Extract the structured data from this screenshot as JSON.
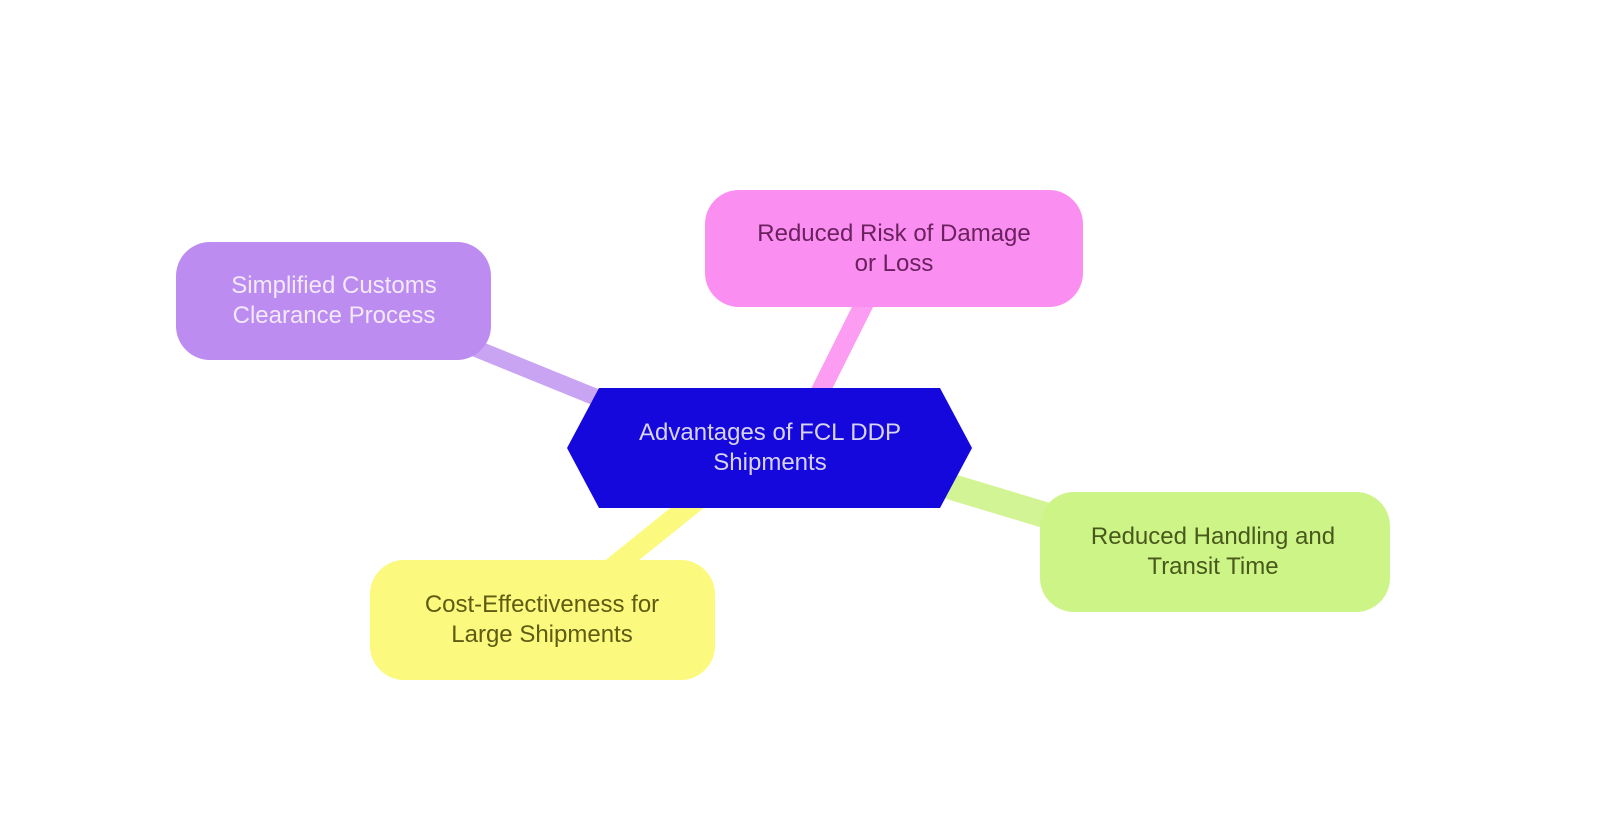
{
  "diagram": {
    "type": "mindmap",
    "background": "#ffffff",
    "center": {
      "label": "Advantages of FCL DDP Shipments",
      "line1": "Advantages of FCL DDP",
      "line2": "Shipments",
      "shape": "hexagon",
      "fill": "#1508dd",
      "text_color": "#d7d3f0"
    },
    "branches": [
      {
        "id": "simplified-customs",
        "label": "Simplified Customs Clearance Process",
        "line1": "Simplified Customs",
        "line2": "Clearance Process",
        "shape": "rounded-rectangle",
        "fill": "#bd8cf1",
        "edge_color": "#c9a4f2",
        "text_color": "#f2e9fb"
      },
      {
        "id": "reduced-risk",
        "label": "Reduced Risk of Damage or Loss",
        "line1": "Reduced Risk of Damage",
        "line2": "or Loss",
        "shape": "rounded-rectangle",
        "fill": "#fb8ff1",
        "edge_color": "#fc9df3",
        "text_color": "#6b2160"
      },
      {
        "id": "cost-effectiveness",
        "label": "Cost-Effectiveness for Large Shipments",
        "line1": "Cost-Effectiveness for",
        "line2": "Large Shipments",
        "shape": "rounded-rectangle",
        "fill": "#fbf97e",
        "edge_color": "#fbf97e",
        "text_color": "#5e5c12"
      },
      {
        "id": "reduced-handling",
        "label": "Reduced Handling and Transit Time",
        "line1": "Reduced Handling and",
        "line2": "Transit Time",
        "shape": "rounded-rectangle",
        "fill": "#cdf487",
        "edge_color": "#d3f495",
        "text_color": "#49591b"
      }
    ]
  }
}
